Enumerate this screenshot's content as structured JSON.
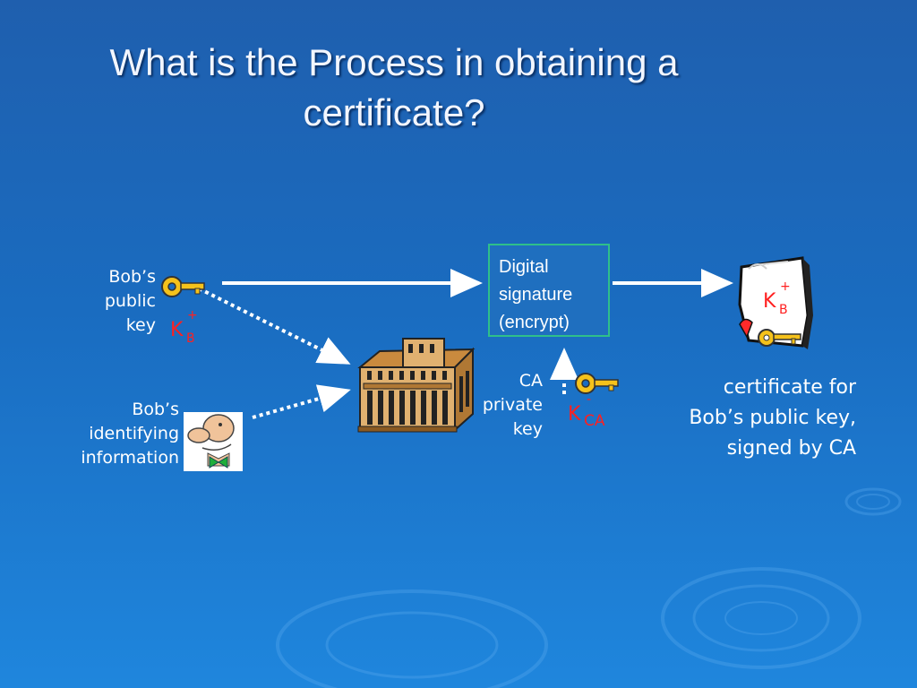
{
  "title": {
    "line1": "What is the Process in obtaining a",
    "line2": "certificate?"
  },
  "bob_key": {
    "label_lines": [
      "Bob’s",
      "public",
      "key"
    ],
    "symbol": "K",
    "sup": "+",
    "sub": "B"
  },
  "bob_info": {
    "label_lines": [
      "Bob’s",
      "identifying",
      "information"
    ]
  },
  "signature_box": {
    "lines": [
      "Digital",
      "signature",
      "(encrypt)"
    ]
  },
  "ca_key": {
    "label_lines": [
      "CA",
      "private",
      "key"
    ],
    "symbol": "K",
    "sup": "-",
    "sub": "CA"
  },
  "certificate": {
    "symbol": "K",
    "sup": "+",
    "sub": "B",
    "caption_lines": [
      "certificate for",
      "Bob’s public key,",
      "signed by CA"
    ]
  },
  "colors": {
    "key_red": "#ff2020",
    "box_border": "#2fbf8a",
    "background": "#1a6cc0"
  },
  "icons": [
    "key-icon",
    "person-icon",
    "bank-building-icon",
    "certificate-document-icon"
  ]
}
